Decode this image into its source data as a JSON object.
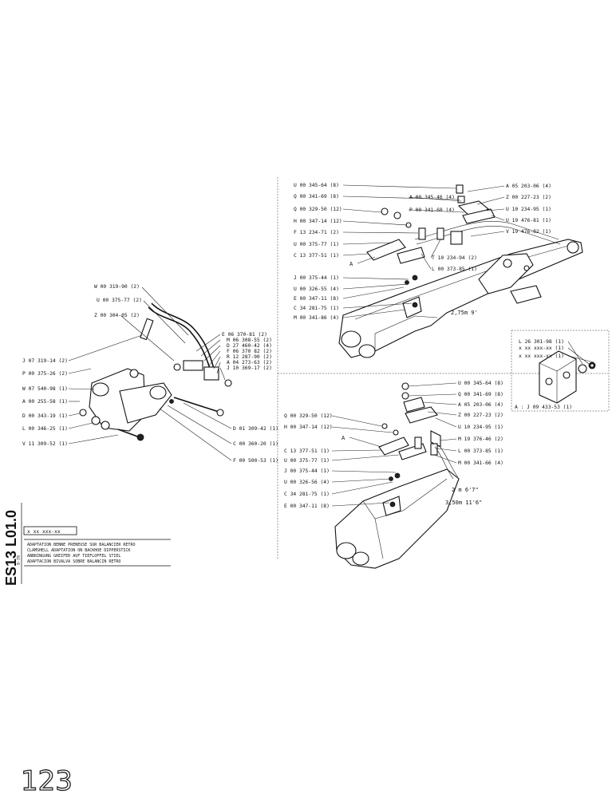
{
  "sheet": {
    "code": "ES13 L01.0",
    "date": "9-79",
    "page_number": "123",
    "ref_code": "x xx xxx-xx",
    "title_lines": [
      "ADAPTATION BENNE  PRENEUSE SUR BALANCIER RETRO",
      "CLAMSHELL ADAPTATION ON BACKHOE DIPPERSTICK",
      "ANBRINGUNG GREIFER AUF TIEFLOFFEL STIEL",
      "ADAPTACION BIVALVA SOBRE BALANCIN RETRO"
    ]
  },
  "views": {
    "left_assembly": [
      "W 00 319-90 (2)",
      "U 00 375-77 (2)",
      "Z 00 304-05 (2)",
      "J 07 319-14 (2)",
      "P 00 375-26 (2)",
      "W 07 540-98 (1)",
      "A 00 255-58 (1)",
      "D 00 343-19 (1)",
      "L 00 346-25 (1)",
      "V 11 309-52 (1)",
      "E 06 370-81 (2)",
      "M 06 308-55 (2)",
      "D 27 460-42 (4)",
      "F 06 370 82 (2)",
      "R 12 287-90 (2)",
      "A 04 273-63 (2)",
      "J 10 369-17 (2)",
      "D 01 309-42 (1)",
      "C 00 360-20 (1)",
      "F 00 500-53 (1)"
    ],
    "upper_boom": {
      "left": [
        "U 00 345-64 (8)",
        "Q 00 341-69 (8)",
        "Q 00 329-50 (12)",
        "H 00 347-14 (12)",
        "F 13 234-71 (2)",
        "U 00 375-77 (1)",
        "C 13 377-51 (1)",
        "J 00 375-44 (1)",
        "U 00 326-55 (4)",
        "E 00 347-11 (8)",
        "C 34 281-75 (1)",
        "M 00 341-86 (4)"
      ],
      "center": [
        "A 00 345-46 (4)",
        "P 00 341-68 (4)",
        "T 10 234-94 (2)",
        "L 00 373-85 (1)"
      ],
      "right": [
        "A 05 203-06 (4)",
        "Z 00 227-23 (2)",
        "U 10 234-95 (1)",
        "U 19 476-81 (1)",
        "V 19 476-82 (1)"
      ],
      "callout_letter": "A",
      "length": "2,75m    9'"
    },
    "detail_a": {
      "labels": [
        "L 26 301-98 (1)",
        "x xx xxx-xx (1)",
        "x xx xxx-xx (1)"
      ],
      "footer": "A : J 09 433-53 (1)"
    },
    "lower_boom": {
      "right": [
        "U 00 345-64 (8)",
        "Q 00 341-69 (8)",
        "A 05 203-06 (4)",
        "Z 00 227-23 (2)",
        "U 10 234-95 (1)",
        "M 19 376-46 (2)",
        "L 00 373-85 (1)",
        "M 00 341-66 (4)"
      ],
      "left": [
        "Q 00 329-50 (12)",
        "H 00 347-14 (12)",
        "C 13 377-51 (1)",
        "U 00 375-77 (1)",
        "J 00 375-44 (1)",
        "U 00 326-56 (4)",
        "C 34 281-75 (1)",
        "E 00 347-11 (8)"
      ],
      "callout_letter": "A",
      "lengths": [
        "2 m   6'7\"",
        "3,50m   11'6\""
      ]
    }
  }
}
